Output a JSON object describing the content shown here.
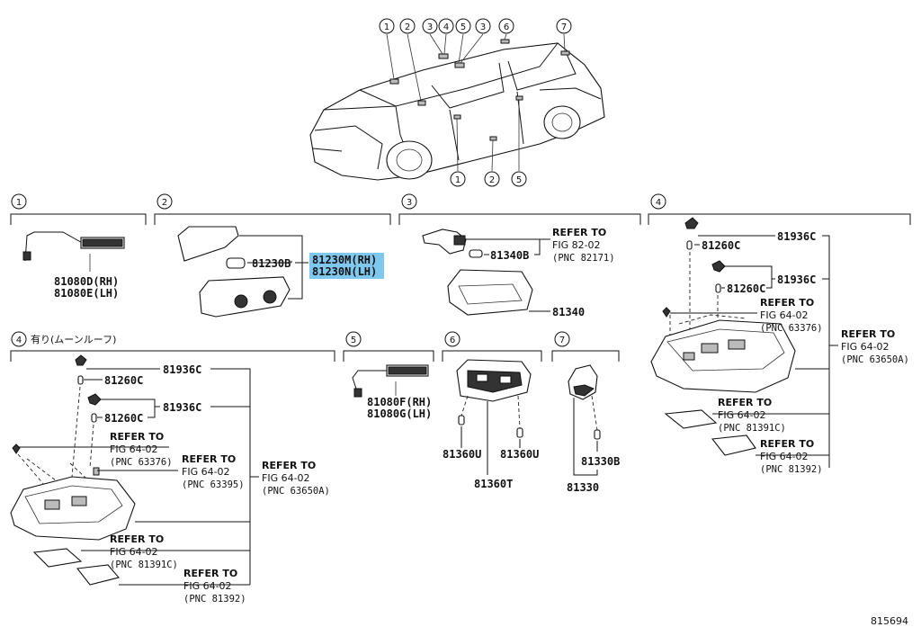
{
  "callouts": {
    "top": [
      "1",
      "2",
      "3",
      "4",
      "5",
      "3",
      "6",
      "7"
    ],
    "bottom": [
      "1",
      "2",
      "5"
    ]
  },
  "sections": {
    "s1": {
      "num": "1",
      "parts": [
        "81080D(RH)",
        "81080E(LH)"
      ]
    },
    "s2": {
      "num": "2",
      "part": "81230B",
      "highlight": [
        "81230M(RH)",
        "81230N(LH)"
      ]
    },
    "s3": {
      "num": "3",
      "refer": [
        "REFER TO",
        "FIG 82-02",
        "(PNC 82171)"
      ],
      "parts": [
        "81340B",
        "81340"
      ]
    },
    "s4r": {
      "num": "4",
      "parts": [
        "81936C",
        "81260C",
        "81936C",
        "81260C"
      ],
      "ref_a": [
        "REFER TO",
        "FIG 64-02",
        "(PNC 63376)"
      ],
      "ref_b": [
        "REFER TO",
        "FIG 64-02",
        "(PNC 63650A)"
      ],
      "ref_c": [
        "REFER TO",
        "FIG 64-02",
        "(PNC 81391C)"
      ],
      "ref_d": [
        "REFER TO",
        "FIG 64-02",
        "(PNC 81392)"
      ]
    },
    "s4l": {
      "num": "4",
      "title": "有り(ムーンルーフ)",
      "parts": [
        "81936C",
        "81260C",
        "81936C",
        "81260C"
      ],
      "ref_a": [
        "REFER TO",
        "FIG 64-02",
        "(PNC 63376)"
      ],
      "ref_b": [
        "REFER TO",
        "FIG 64-02",
        "(PNC 63395)"
      ],
      "ref_c": [
        "REFER TO",
        "FIG 64-02",
        "(PNC 63650A)"
      ],
      "ref_d": [
        "REFER TO",
        "FIG 64-02",
        "(PNC 81391C)"
      ],
      "ref_e": [
        "REFER TO",
        "FIG 64-02",
        "(PNC 81392)"
      ]
    },
    "s5": {
      "num": "5",
      "parts": [
        "81080F(RH)",
        "81080G(LH)"
      ]
    },
    "s6": {
      "num": "6",
      "parts": [
        "81360U",
        "81360U",
        "81360T"
      ]
    },
    "s7": {
      "num": "7",
      "parts": [
        "81330B",
        "81330"
      ]
    }
  },
  "diagram_id": "815694",
  "colors": {
    "highlight": "#7ec8f0",
    "ink": "#111111"
  }
}
